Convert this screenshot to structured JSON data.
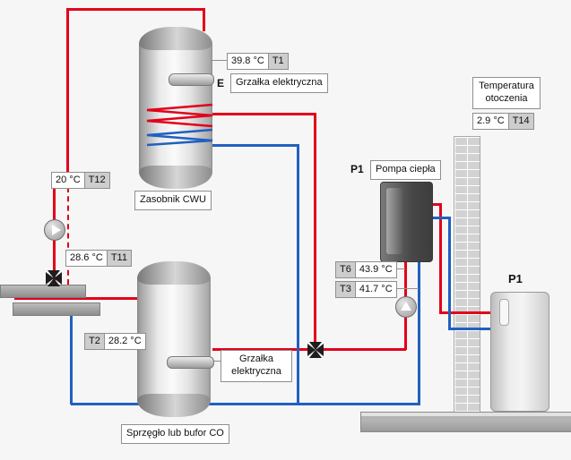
{
  "colors": {
    "hot": "#e2001a",
    "cold": "#2160c0"
  },
  "sensors": {
    "t1": {
      "value": "39.8 °C",
      "tag": "T1"
    },
    "t12": {
      "value": "20 °C",
      "tag": "T12"
    },
    "t11": {
      "value": "28.6 °C",
      "tag": "T11"
    },
    "t2": {
      "value": "28.2 °C",
      "tag": "T2"
    },
    "t6": {
      "value": "43.9 °C",
      "tag": "T6"
    },
    "t3": {
      "value": "41.7 °C",
      "tag": "T3"
    },
    "t14": {
      "value": "2.9 °C",
      "tag": "T14"
    }
  },
  "equipment": {
    "cwu_tank_label": "Zasobnik CWU",
    "buffer_tank_label": "Sprzęgło lub bufor CO",
    "heater_top_marker": "E",
    "heater_top_label": "Grzałka elektryczna",
    "heater_bottom_label": "Grzałka elektryczna",
    "heat_pump_marker": "P1",
    "heat_pump_label": "Pompa ciepła",
    "outdoor_unit_marker": "P1",
    "ambient_label": "Temperatura otoczenia"
  }
}
